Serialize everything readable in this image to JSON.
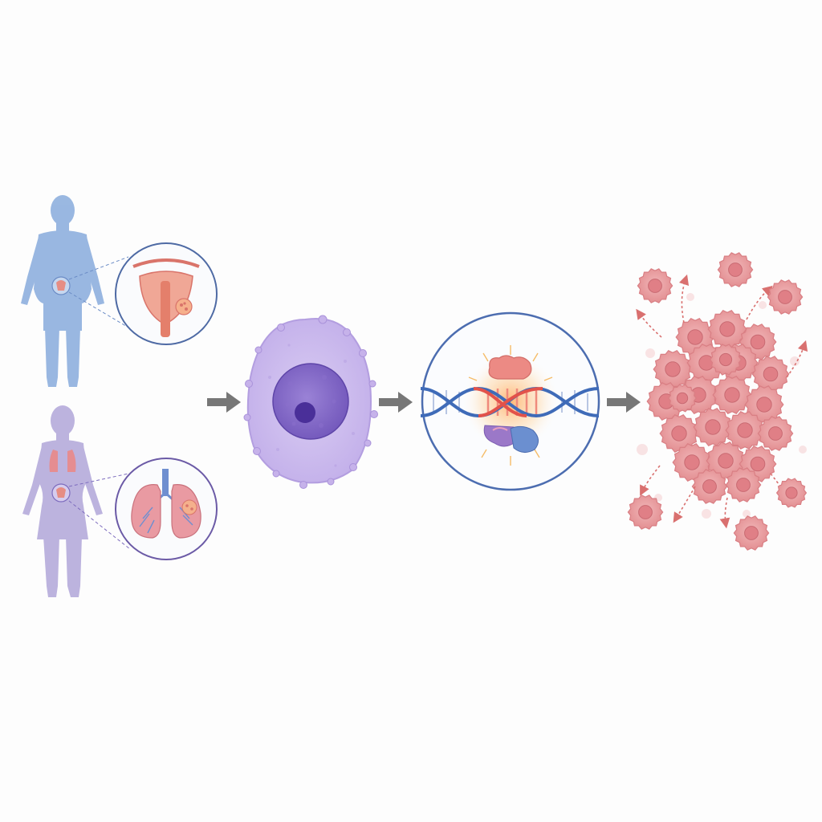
{
  "diagram": {
    "stages": [
      {
        "name": "origin-organs",
        "icons": [
          "male-body-icon",
          "prostate-magnified-icon",
          "female-body-icon",
          "lung-magnified-icon"
        ]
      },
      {
        "name": "abnormal-cell",
        "icons": [
          "cell-icon",
          "nucleus-icon"
        ]
      },
      {
        "name": "dna-damage",
        "icons": [
          "dna-helix-icon",
          "protein-complex-icon"
        ]
      },
      {
        "name": "tumor-growth",
        "icons": [
          "tumor-mass-icon",
          "metastatic-cell-icon"
        ]
      }
    ],
    "arrows": [
      "arrow-1",
      "arrow-2",
      "arrow-3"
    ],
    "colors": {
      "male_body": "#8fb0de",
      "female_body": "#b7addc",
      "cell_membrane": "#c9b6ea",
      "nucleus": "#7b5fc0",
      "dna_blue": "#3f6bb8",
      "dna_red": "#e2524a",
      "tumor_cell": "#e99a9c",
      "arrow": "#777777"
    }
  }
}
